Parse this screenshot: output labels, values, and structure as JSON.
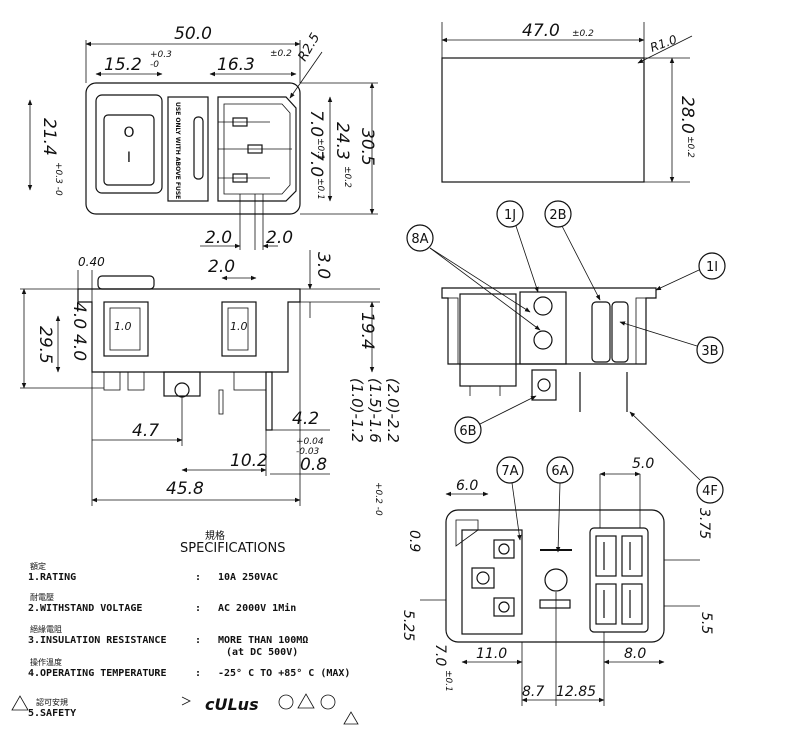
{
  "front_view": {
    "width": "50.0",
    "switch_offset": "15.2",
    "switch_tol_hi": "+0.3",
    "switch_tol_lo": "-0",
    "inlet_width": "16.3",
    "inlet_tol": "±0.2",
    "radius": "R2.5",
    "height_left": "21.4",
    "height_left_tol": "+0.3 -0",
    "pin_pitch_a": "7.0",
    "pin_pitch_a_tol": "±0.1",
    "pin_pitch_b": "7.0",
    "pin_pitch_b_tol": "±0.1",
    "height_inner": "24.3",
    "height_inner_tol": "±0.2",
    "height_total": "30.5",
    "pin_gap_a": "2.0",
    "pin_gap_b": "2.0",
    "rocker_on": "I",
    "rocker_off": "O",
    "fuse_label": "USE ONLY WITH ABOVE FUSE"
  },
  "cutout_view": {
    "width": "47.0",
    "width_tol": "±0.2",
    "height": "28.0",
    "height_tol": "±0.2",
    "radius": "R1.0"
  },
  "side_view": {
    "flange": "0.40",
    "gap": "2.0",
    "depth_top": "3.0",
    "depth_right": "19.4",
    "height_a": "4.0",
    "height_b": "4.0",
    "height_total": "29.5",
    "offset_a": "4.7",
    "offset_b": "10.2",
    "length": "45.8",
    "term_thk": "4.2",
    "term_tol_hi": "+0.04",
    "term_tol_lo": "-0.03",
    "term_w": "0.8",
    "panel_a": "(1.0)-1.2",
    "panel_b": "(1.5)-1.6",
    "panel_c": "(2.0)-2.2",
    "panel_tol": "+0.2 -0",
    "switch_mark_a": "1.0",
    "switch_mark_b": "1.0"
  },
  "callouts": {
    "c_8a": "8A",
    "c_1j": "1J",
    "c_2b": "2B",
    "c_1i": "1I",
    "c_3b": "3B",
    "c_6b": "6B",
    "c_4f": "4F",
    "c_7a": "7A",
    "c_6a": "6A"
  },
  "rear_view": {
    "top_a": "6.0",
    "top_b": "5.0",
    "left_a": "0.9",
    "right_a": "3.75",
    "right_b": "5.5",
    "left_b": "5.25",
    "bot_a": "7.0",
    "bot_a_tol": "±0.1",
    "bot_b": "11.0",
    "bot_c": "8.0",
    "bot_d": "8.7",
    "bot_e": "12.85"
  },
  "specifications": {
    "title_cn": "規格",
    "title": "SPECIFICATIONS",
    "rows": [
      {
        "cn": "額定",
        "label": "1.RATING",
        "sep": ":",
        "value": "10A 250VAC",
        "value2": ""
      },
      {
        "cn": "耐電壓",
        "label": "2.WITHSTAND VOLTAGE",
        "sep": ":",
        "value": "AC 2000V 1Min",
        "value2": ""
      },
      {
        "cn": "絕緣電阻",
        "label": "3.INSULATION RESISTANCE",
        "sep": ":",
        "value": "MORE THAN 100MΩ",
        "value2": "(at DC 500V)"
      },
      {
        "cn": "操作溫度",
        "label": "4.OPERATING TEMPERATURE",
        "sep": ":",
        "value": "-25° C TO +85° C (MAX)",
        "value2": ""
      },
      {
        "cn": "認可安規",
        "label": "5.SAFETY",
        "sep": "",
        "value": "",
        "value2": ""
      }
    ],
    "cert_mark": "cULus"
  }
}
